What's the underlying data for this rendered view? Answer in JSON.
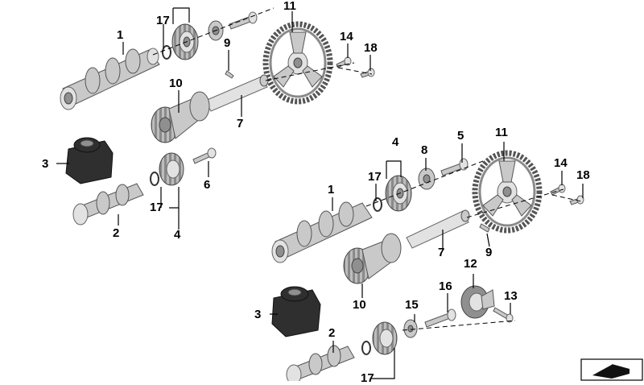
{
  "callouts": {
    "top": {
      "c1": "1",
      "c3": "3",
      "c2": "2",
      "c4": "4",
      "c6": "6",
      "c7": "7",
      "c9": "9",
      "c10": "10",
      "c11": "11",
      "c14": "14",
      "c17a": "17",
      "c17b": "17",
      "c18": "18"
    },
    "bottom": {
      "c1": "1",
      "c2": "2",
      "c3": "3",
      "c4": "4",
      "c5": "5",
      "c7": "7",
      "c8": "8",
      "c9": "9",
      "c10": "10",
      "c11": "11",
      "c12": "12",
      "c13": "13",
      "c14": "14",
      "c15": "15",
      "c16": "16",
      "c17a": "17",
      "c17b": "17",
      "c18": "18"
    }
  },
  "colors": {
    "part_metal": "#c9c9c9",
    "part_dark": "#2f2f2f",
    "lines": "#000000"
  },
  "icons": {
    "corner_badge": "part-diagram-badge-icon"
  }
}
